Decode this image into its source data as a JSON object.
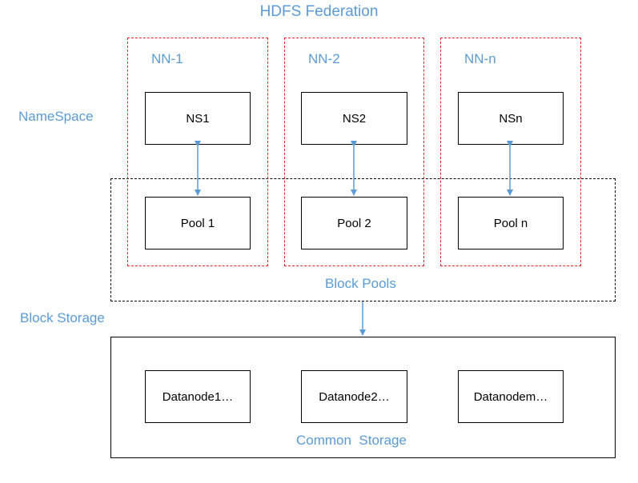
{
  "title": "HDFS Federation",
  "labels": {
    "namespace": "NameSpace",
    "block_storage": "Block Storage",
    "block_pools": "Block Pools",
    "common_storage": "Common  Storage"
  },
  "namenodes": [
    {
      "label": "NN-1",
      "ns": "NS1",
      "pool": "Pool 1"
    },
    {
      "label": "NN-2",
      "ns": "NS2",
      "pool": "Pool 2"
    },
    {
      "label": "NN-n",
      "ns": "NSn",
      "pool": "Pool n"
    }
  ],
  "datanodes": [
    "Datanode1…",
    "Datanode2…",
    "Datanodem…"
  ],
  "colors": {
    "accent": "#5b9bd5",
    "namenode_border": "#e8202a",
    "line": "#000000"
  }
}
